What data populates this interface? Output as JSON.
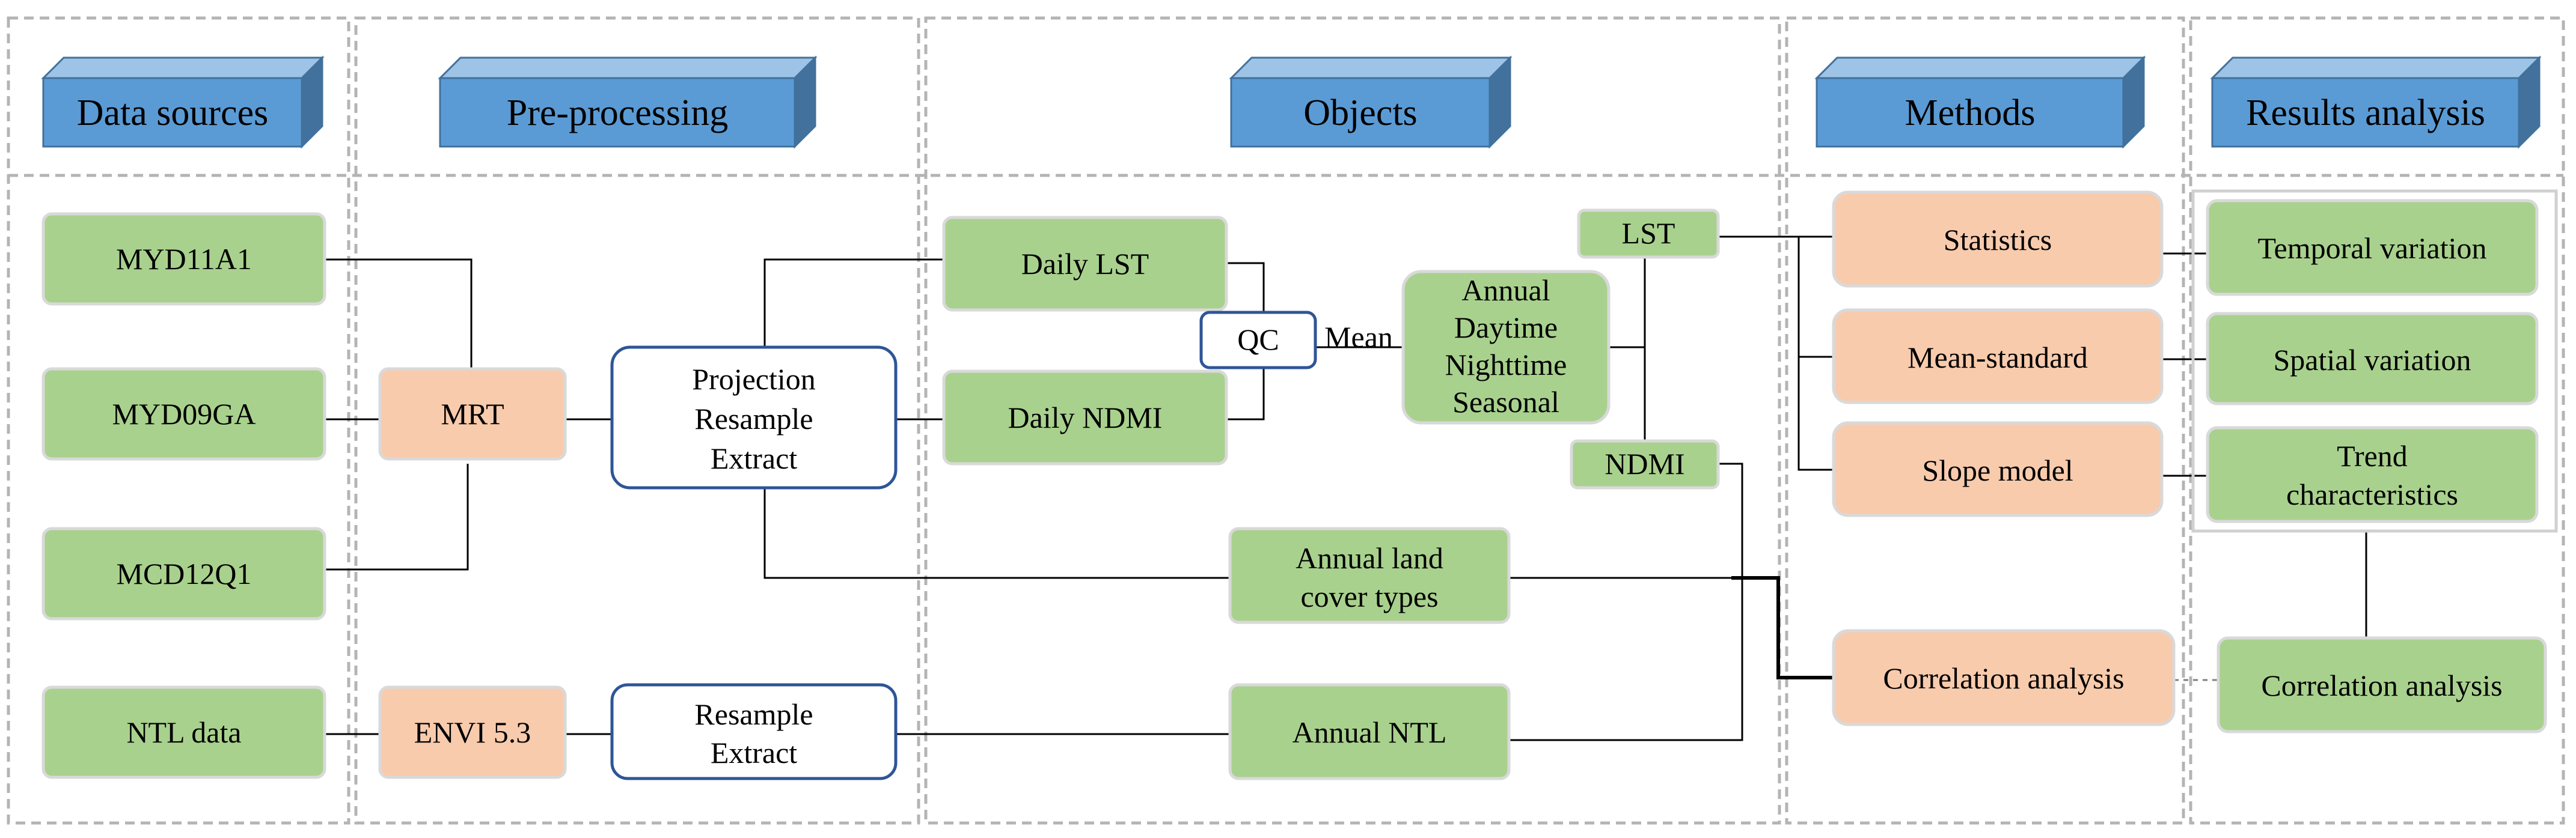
{
  "headers": {
    "data_sources": "Data sources",
    "pre_processing": "Pre-processing",
    "objects": "Objects",
    "methods": "Methods",
    "results_analysis": "Results analysis"
  },
  "data_sources": {
    "myd11a1": "MYD11A1",
    "myd09ga": "MYD09GA",
    "mcd12q1": "MCD12Q1",
    "ntl_data": "NTL data"
  },
  "pre_processing": {
    "mrt": "MRT",
    "projection_box": [
      "Projection",
      "Resample",
      "Extract"
    ],
    "envi": "ENVI 5.3",
    "resample_box": [
      "Resample",
      "Extract"
    ]
  },
  "objects": {
    "daily_lst": "Daily LST",
    "daily_ndmi": "Daily NDMI",
    "qc": "QC",
    "mean": "Mean",
    "annual_box": [
      "Annual",
      "Daytime",
      "Nighttime",
      "Seasonal"
    ],
    "lst": "LST",
    "ndmi": "NDMI",
    "annual_land_cover": [
      "Annual land",
      "cover types"
    ],
    "annual_ntl": "Annual NTL"
  },
  "methods": {
    "statistics": "Statistics",
    "mean_standard": "Mean-standard",
    "slope_model": "Slope model",
    "correlation_analysis": "Correlation analysis"
  },
  "results": {
    "temporal_variation": "Temporal variation",
    "spatial_variation": "Spatial variation",
    "trend_characteristics": [
      "Trend",
      "characteristics"
    ],
    "correlation_analysis": "Correlation analysis"
  },
  "colors": {
    "header_front": "#5b9bd5",
    "header_top": "#9dc3e6",
    "header_side": "#41719c",
    "green_box": "#a9d18e",
    "orange_box": "#f8cbad",
    "white_box_border": "#2f5597"
  }
}
